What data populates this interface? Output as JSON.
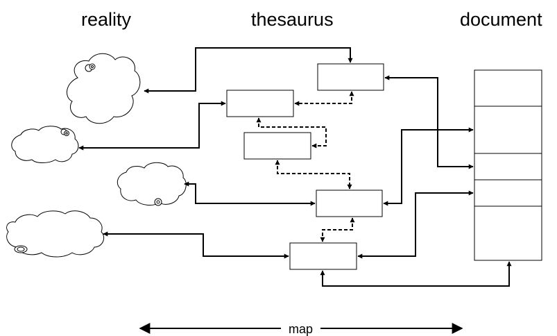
{
  "headers": {
    "reality": "reality",
    "thesaurus": "thesaurus",
    "document": "document"
  },
  "map_label": "map",
  "line_color": "#000000",
  "background": "#ffffff"
}
